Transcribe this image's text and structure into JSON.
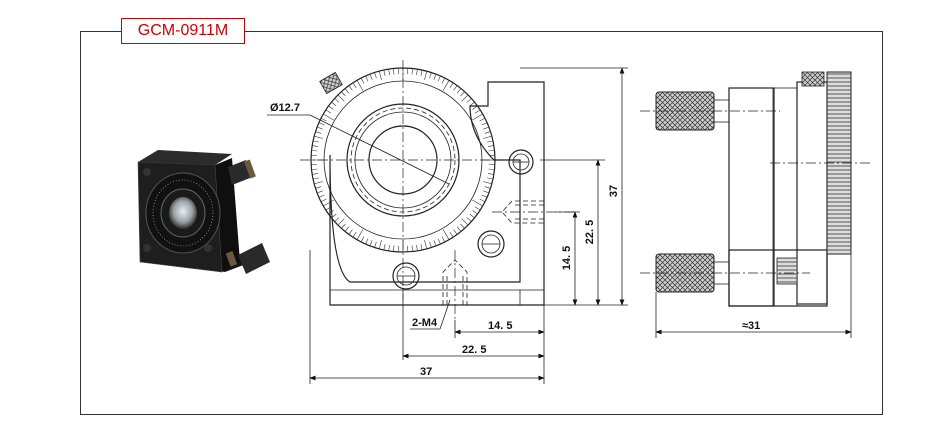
{
  "model": "GCM-0911M",
  "colors": {
    "tag_border": "#cc0000",
    "tag_text": "#cc0000",
    "frame": "#333333",
    "photo_body": "#1b1b1b"
  },
  "dimensions": {
    "aperture": "Ø12.7",
    "width_total": "37",
    "offset_22_5_h": "22. 5",
    "offset_14_5_h": "14. 5",
    "height_total": "37",
    "offset_22_5_v": "22. 5",
    "offset_14_5_v": "14. 5",
    "mount_thread": "2-M4",
    "side_depth": "≈31"
  }
}
